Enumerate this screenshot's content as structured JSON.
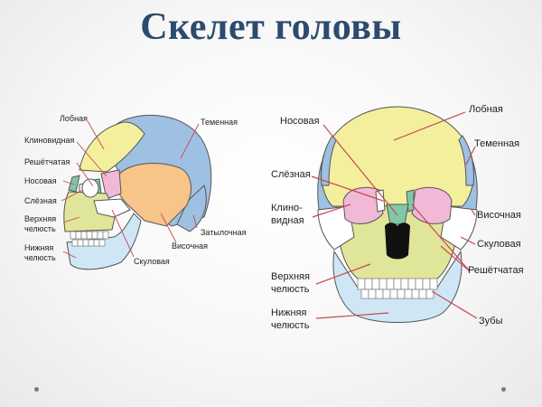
{
  "title": "Скелет головы",
  "lateral_labels": {
    "frontal": "Лобная",
    "parietal": "Теменная",
    "sphenoid": "Клиновидная",
    "ethmoid": "Решётчатая",
    "nasal": "Носовая",
    "lacrimal": "Слёзная",
    "maxilla_1": "Верхняя",
    "maxilla_2": "челюсть",
    "mandible_1": "Нижняя",
    "mandible_2": "челюсть",
    "zygomatic": "Скуловая",
    "temporal": "Височная",
    "occipital": "Затылочная"
  },
  "frontal_labels": {
    "nasal": "Носовая",
    "frontal": "Лобная",
    "parietal": "Теменная",
    "lacrimal": "Слёзная",
    "sphenoid_1": "Клино-",
    "sphenoid_2": "видная",
    "temporal": "Височная",
    "zygomatic": "Скуловая",
    "maxilla_1": "Верхняя",
    "maxilla_2": "челюсть",
    "ethmoid": "Решётчатая",
    "mandible_1": "Нижняя",
    "mandible_2": "челюсть",
    "teeth": "Зубы"
  },
  "colors": {
    "title": "#2d4a6f",
    "frontal_bone": "#f4ef9c",
    "parietal_bone": "#9ec0e2",
    "temporal_bone": "#f7c48a",
    "sphenoid_bone": "#f2b8d8",
    "ethmoid_bone": "#7fc8a8",
    "maxilla_bone": "#dfe69a",
    "mandible_bone": "#cfe6f5",
    "zygomatic_bone": "#ffffff",
    "leader_line": "#c8484f"
  }
}
